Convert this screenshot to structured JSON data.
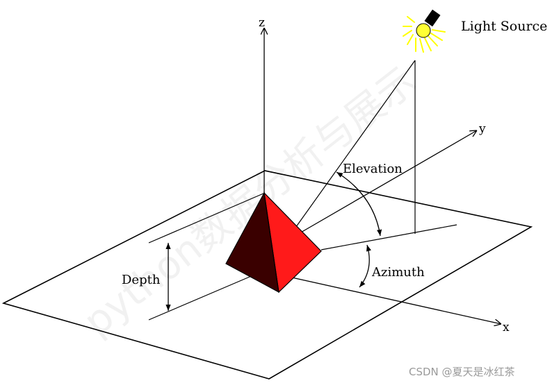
{
  "diagram": {
    "labels": {
      "z_axis": "z",
      "y_axis": "y",
      "x_axis": "x",
      "light_source": "Light Source",
      "elevation": "Elevation",
      "azimuth": "Azimuth",
      "depth": "Depth"
    },
    "watermark": {
      "overlay": "python数据分析与展示",
      "footer": "CSDN @夏天是冰红茶"
    },
    "colors": {
      "pyramid_light_face": "#ff1a1a",
      "pyramid_dark_face": "#3a0000",
      "bulb": "#ffff33",
      "bulb_rays": "#ffff00",
      "lines": "#000000"
    },
    "icons": [
      "light-bulb-icon"
    ]
  }
}
